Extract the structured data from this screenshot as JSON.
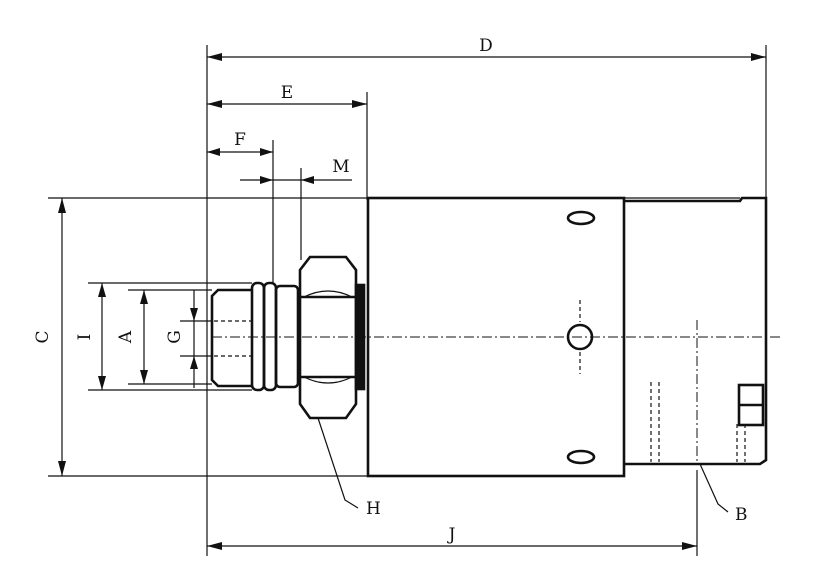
{
  "labels": {
    "D": "D",
    "E": "E",
    "F": "F",
    "M": "M",
    "C": "C",
    "I": "I",
    "A": "A",
    "G": "G",
    "H": "H",
    "J": "J",
    "B": "B"
  }
}
